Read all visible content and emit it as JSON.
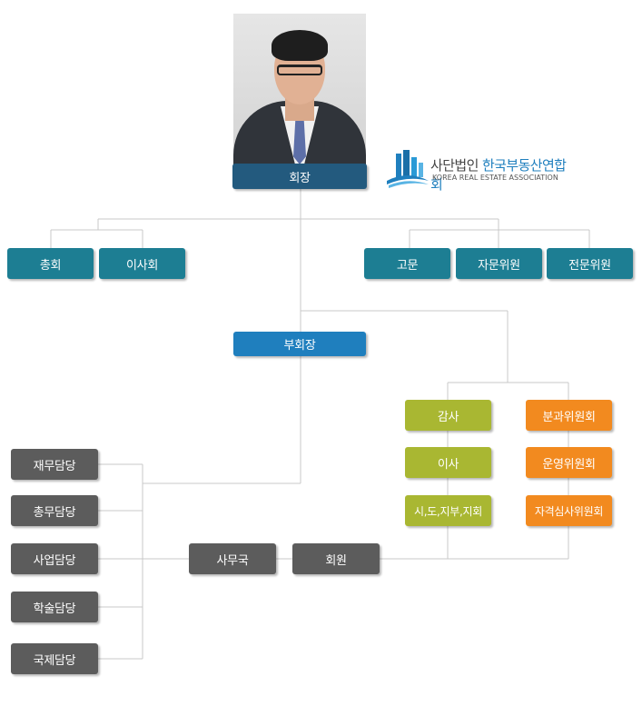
{
  "chairman": {
    "label": "회장"
  },
  "logo": {
    "korean_lead": "사단법인",
    "korean_name": "한국부동산연합회",
    "english_name": "KOREA REAL ESTATE ASSOCIATION",
    "icon": "building-logo-icon",
    "colors": {
      "primary": "#1f7fbe",
      "text": "#444444"
    }
  },
  "left_bodies": [
    "총회",
    "이사회"
  ],
  "right_bodies": [
    "고문",
    "자문위원",
    "전문위원"
  ],
  "vice_chairman": {
    "label": "부회장"
  },
  "olive_column": [
    "감사",
    "이사",
    "시,도,지부,지회"
  ],
  "orange_column": [
    "분과위원회",
    "운영위원회",
    "자격심사위원회"
  ],
  "departments": [
    "재무담당",
    "총무담당",
    "사업담당",
    "학술담당",
    "국제담당"
  ],
  "secretariat": {
    "label": "사무국"
  },
  "members": {
    "label": "회원"
  },
  "colors": {
    "navy": "#235a7e",
    "teal": "#1d7e93",
    "blue": "#1f7fbe",
    "olive": "#a9b732",
    "orange": "#f28a1f",
    "gray": "#5c5c5c",
    "connector": "#c9c9c9"
  }
}
